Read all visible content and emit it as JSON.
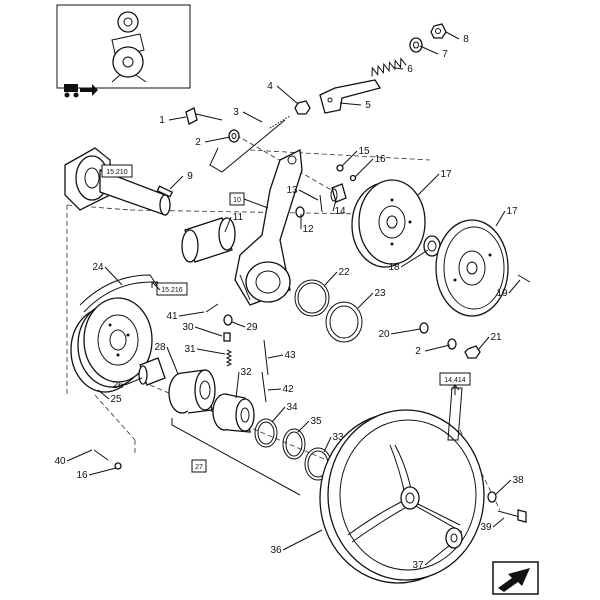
{
  "part_numbers": [
    "1",
    "2",
    "3",
    "4",
    "5",
    "6",
    "7",
    "8",
    "9",
    "10",
    "11",
    "12",
    "13",
    "14",
    "15",
    "16",
    "17",
    "18",
    "19",
    "20",
    "21",
    "22",
    "23",
    "24",
    "25",
    "26",
    "27",
    "28",
    "29",
    "30",
    "31",
    "32",
    "33",
    "34",
    "35",
    "36",
    "37",
    "38",
    "39",
    "40",
    "41",
    "42",
    "43"
  ],
  "ref_boxes": [
    "15.210",
    "15.216",
    "14.414",
    "10",
    "27"
  ],
  "icons": {
    "overview": "machine-overview-icon",
    "direction_top": "tractor-arrow-icon",
    "direction_bottom": "forward-arrow-icon"
  }
}
